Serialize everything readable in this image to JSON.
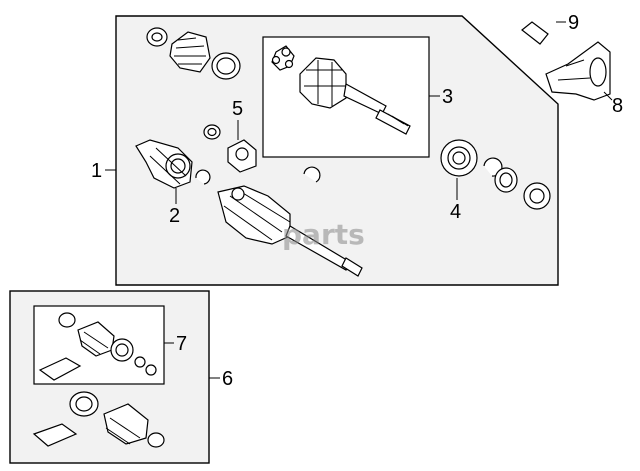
{
  "callouts": {
    "c1": "1",
    "c2": "2",
    "c3": "3",
    "c4": "4",
    "c5": "5",
    "c6": "6",
    "c7": "7",
    "c8": "8",
    "c9": "9"
  },
  "watermark": "parts"
}
